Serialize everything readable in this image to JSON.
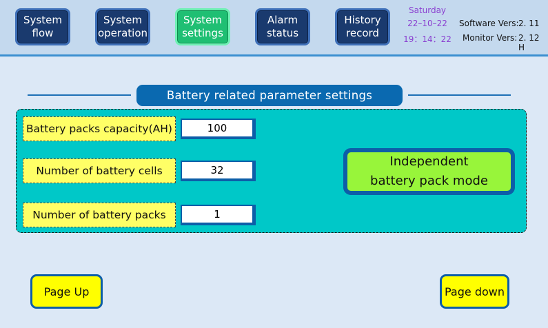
{
  "nav": {
    "items": [
      {
        "label": "System\nflow",
        "active": false
      },
      {
        "label": "System\noperation",
        "active": false
      },
      {
        "label": "System\nsettings",
        "active": true
      },
      {
        "label": "Alarm\nstatus",
        "active": false
      },
      {
        "label": "History\nrecord",
        "active": false
      }
    ]
  },
  "datetime": {
    "weekday": "Saturday",
    "date": "22–10–22",
    "time": "19：14：22"
  },
  "versions": {
    "software_label": "Software Vers:",
    "software_value": "2. 11",
    "monitor_label": "Monitor Vers:",
    "monitor_value": "2. 12 H"
  },
  "section": {
    "title": "Battery related parameter settings"
  },
  "params": [
    {
      "label": "Battery packs capacity(AH)",
      "value": "100"
    },
    {
      "label": "Number of battery cells",
      "value": "32"
    },
    {
      "label": "Number of battery packs",
      "value": "1"
    }
  ],
  "mode_button": {
    "label": "Independent\nbattery pack mode"
  },
  "pager": {
    "prev_label": "Page Up",
    "next_label": "Page down"
  },
  "colors": {
    "header_bg": "#c4d9ee",
    "nav_bg": "#1a3a6e",
    "nav_active_bg": "#1fbf73",
    "panel_bg": "#00c8c8",
    "label_bg": "#ffff66",
    "mode_bg": "#98f53a",
    "page_btn_bg": "#ffff00",
    "date_text": "#8a3fd0"
  }
}
